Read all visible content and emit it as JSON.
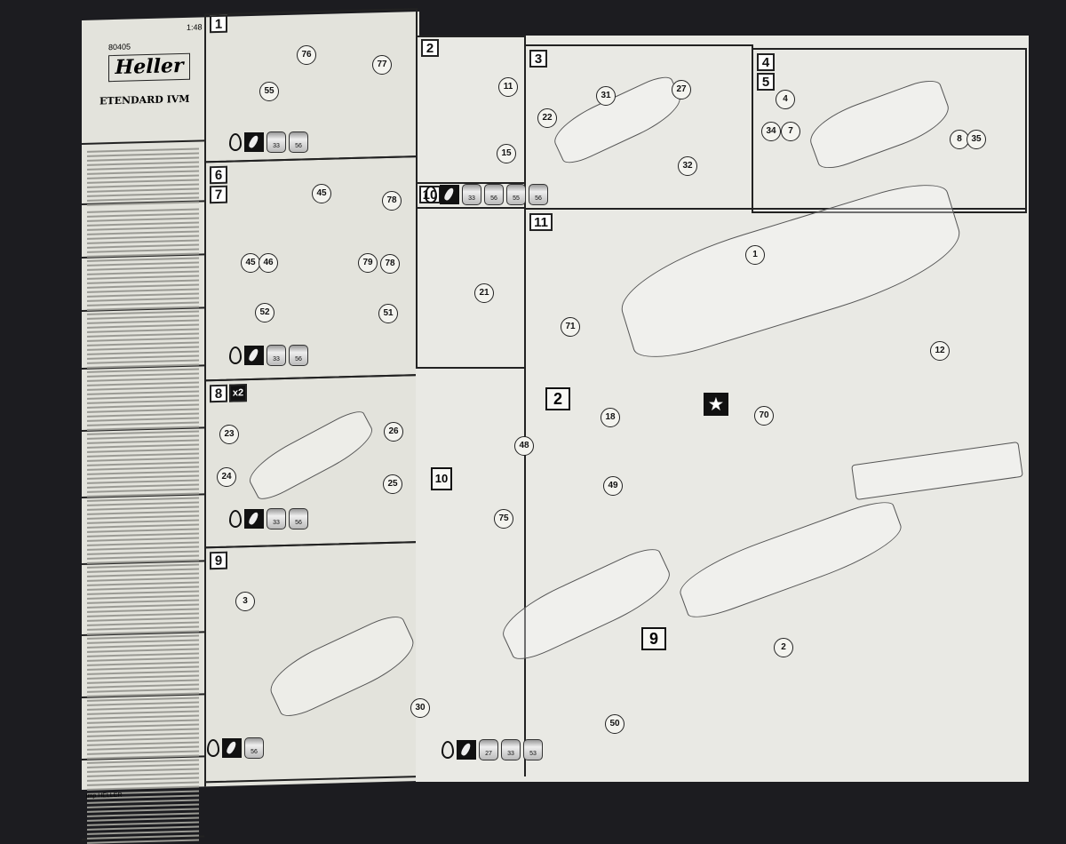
{
  "sheet": {
    "kit_no": "80405",
    "brand": "Heller",
    "title": "ETENDARD IVM",
    "scale": "1:48",
    "footer": "imp HELLER"
  },
  "steps": {
    "s1": "1",
    "s2": "2",
    "s3": "3",
    "s4": "4",
    "s5": "5",
    "s6": "6",
    "s7": "7",
    "s8": "8",
    "s8x": "x2",
    "s9": "9",
    "s10": "10",
    "s11": "11"
  },
  "callouts": [
    "76",
    "77",
    "55",
    "11",
    "15",
    "27",
    "31",
    "22",
    "32",
    "4",
    "34",
    "7",
    "8",
    "35",
    "45",
    "78",
    "45",
    "46",
    "79",
    "78",
    "52",
    "51",
    "21",
    "23",
    "26",
    "24",
    "25",
    "3",
    "30",
    "1",
    "71",
    "12",
    "70",
    "18",
    "48",
    "49",
    "75",
    "2",
    "50"
  ],
  "assembly_refs": {
    "ref2": "2",
    "ref9": "9",
    "ref10": "10",
    "star": "★"
  },
  "paints": {
    "p1": [
      "33",
      "56"
    ],
    "p67": [
      "33",
      "56"
    ],
    "p8": [
      "33",
      "56"
    ],
    "p9": [
      "56"
    ],
    "p2": [
      "33",
      "56",
      "55",
      "56"
    ],
    "p11": [
      "27",
      "33",
      "53"
    ]
  }
}
